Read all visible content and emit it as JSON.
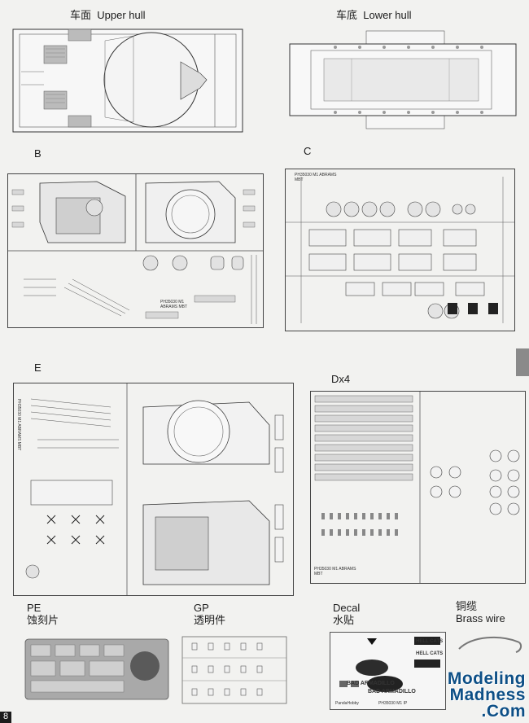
{
  "sections": {
    "upper_hull": {
      "cn": "车面",
      "en": "Upper hull"
    },
    "lower_hull": {
      "cn": "车底",
      "en": "Lower hull"
    },
    "sprue_b": "B",
    "sprue_c": "C",
    "sprue_e": "E",
    "sprue_d": "Dx4",
    "pe": {
      "en": "PE",
      "cn": "蚀刻片"
    },
    "gp": {
      "en": "GP",
      "cn": "透明件"
    },
    "decal": {
      "en": "Decal",
      "cn": "水贴"
    },
    "brass": {
      "cn": "铜缆",
      "en": "Brass wire"
    }
  },
  "sprue_codes": {
    "b": "PH35030 M1 ABRAMS MBT",
    "c": "PH35030 M1 ABRAMS MBT",
    "e": "PH35030 M1 ABRAMS MBT",
    "d": "PH35030 M1 ABRAMS MBT"
  },
  "decal_text": {
    "armadillo_1": "BAD ARMADILLO",
    "armadillo_2": "BAD ARMADILLO",
    "hellcats_1": "HELL CATS",
    "hellcats_2": "HELL CATS",
    "maker": "PandaHobby",
    "code": "PH35030 M1 IP"
  },
  "watermark": {
    "line1": "Modeling",
    "line2": "Madness",
    "line3": ".Com"
  },
  "page_number": "8"
}
